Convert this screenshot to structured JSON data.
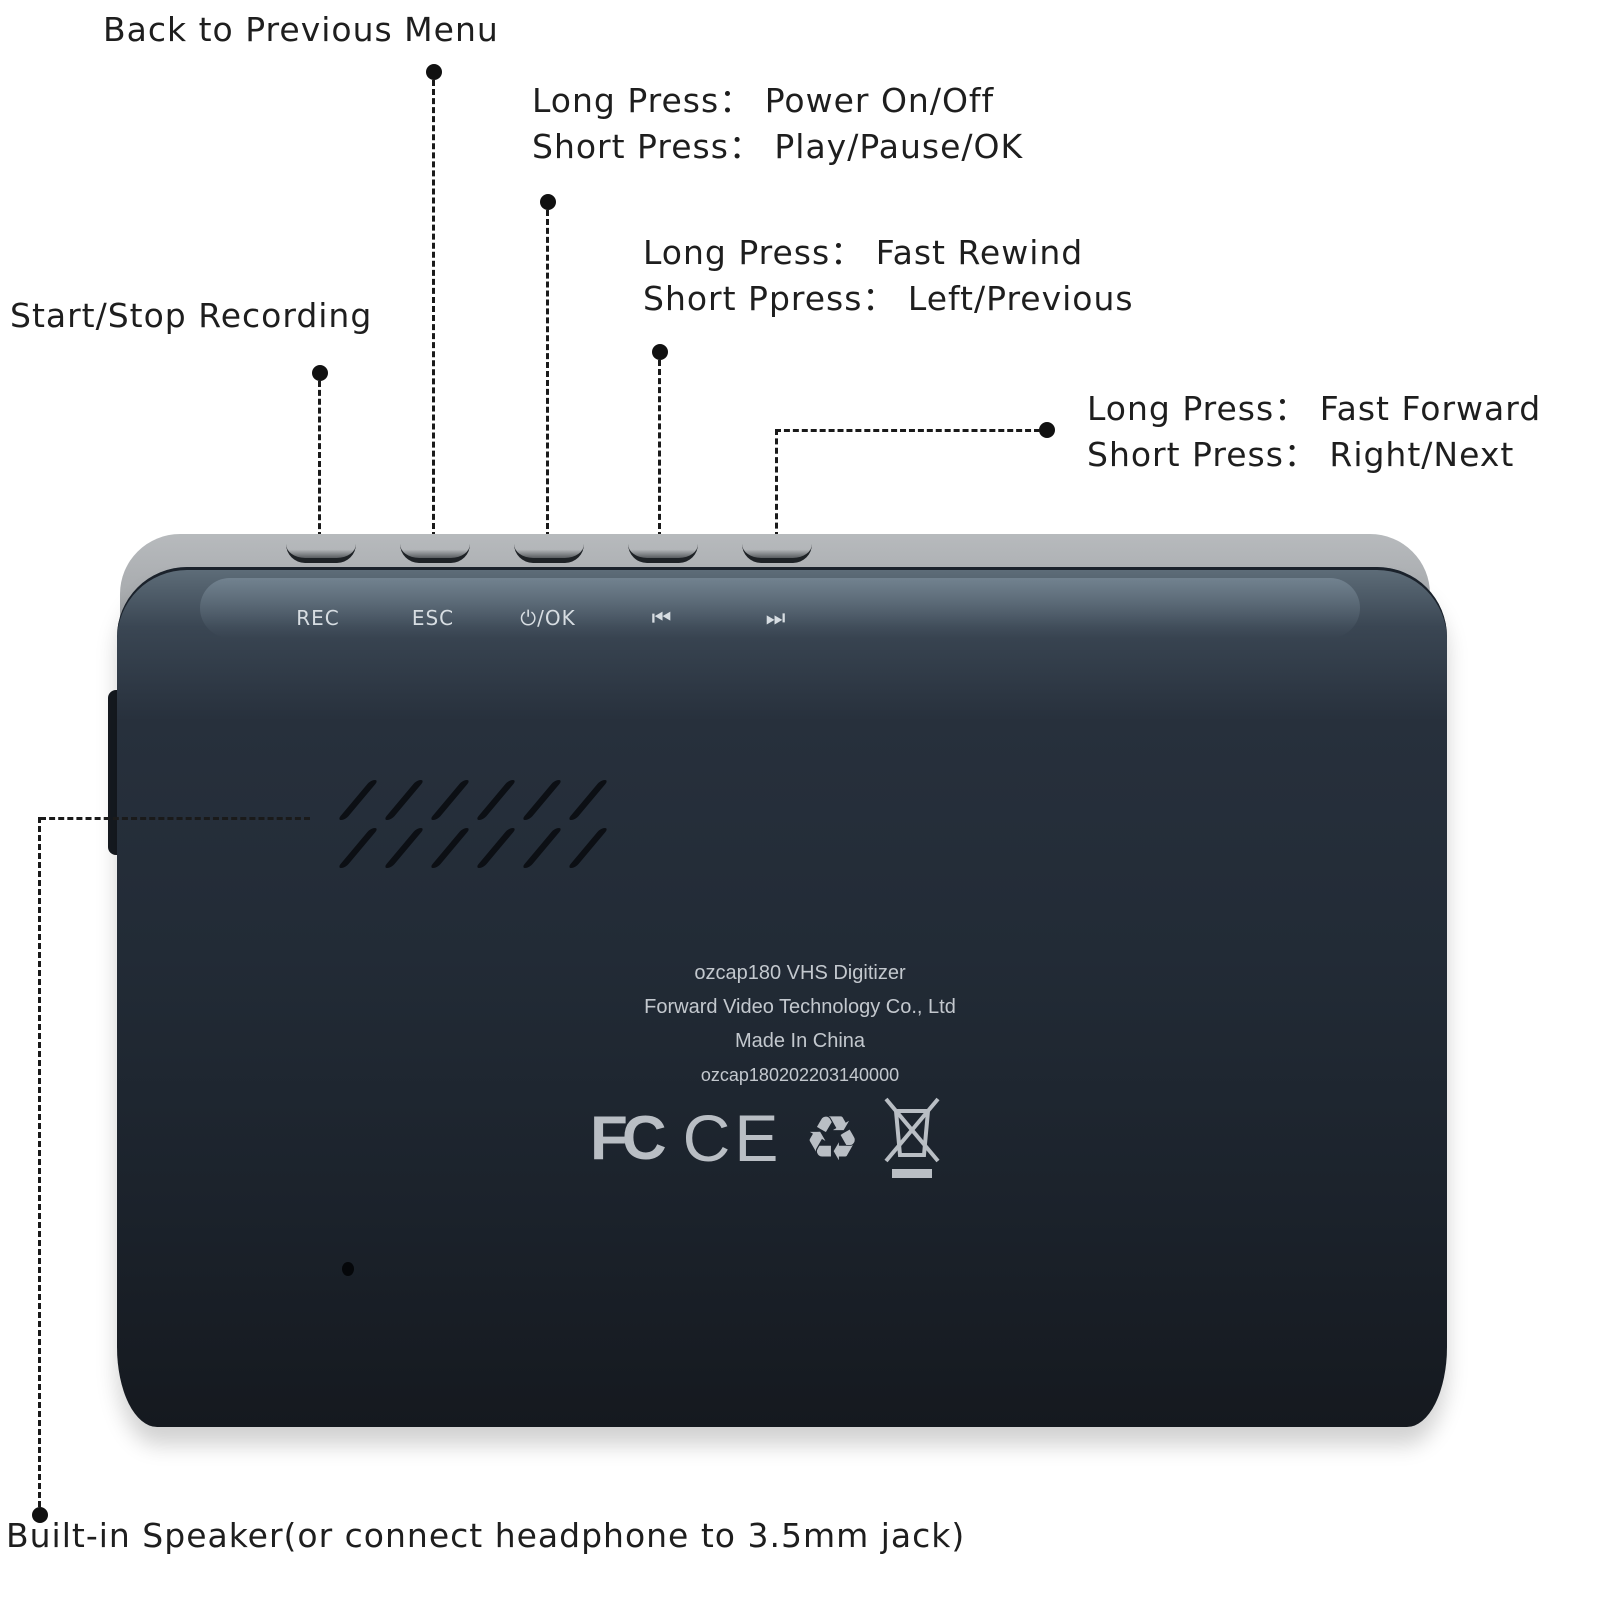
{
  "annotations": {
    "back_menu": {
      "text": "Back to Previous Menu"
    },
    "power_ok": {
      "long_press": "Long Press： Power On/Off",
      "short_press": "Short Press：  Play/Pause/OK"
    },
    "rewind": {
      "long_press": "Long Press： Fast Rewind",
      "short_press": "Short Ppress：  Left/Previous"
    },
    "record": {
      "text": "Start/Stop Recording"
    },
    "forward": {
      "long_press": "Long Press： Fast Forward",
      "short_press": "Short Press：  Right/Next"
    },
    "speaker": {
      "text": "Built-in Speaker(or connect headphone to 3.5mm jack)"
    }
  },
  "device": {
    "buttons": [
      {
        "id": "rec",
        "label": "REC",
        "icon": "record-label"
      },
      {
        "id": "esc",
        "label": "ESC",
        "icon": "escape-label"
      },
      {
        "id": "power_ok",
        "label": "⏻/OK",
        "icon": "power-icon"
      },
      {
        "id": "prev",
        "label": "⏮",
        "icon": "skip-previous-icon"
      },
      {
        "id": "next",
        "label": "⏭",
        "icon": "skip-next-icon"
      }
    ],
    "info": {
      "model": "ozcap180 VHS Digitizer",
      "manufacturer": "Forward Video Technology Co., Ltd",
      "origin": "Made In China",
      "serial": "ozcap180202203140000"
    },
    "certifications": {
      "fcc": "FC",
      "ce": "CE",
      "recycle": "♻",
      "weee": "weee-crossed-bin-icon"
    },
    "colors": {
      "body": "#222b36",
      "top_edge": "#a8abae",
      "label_text": "#d7dde2"
    }
  }
}
